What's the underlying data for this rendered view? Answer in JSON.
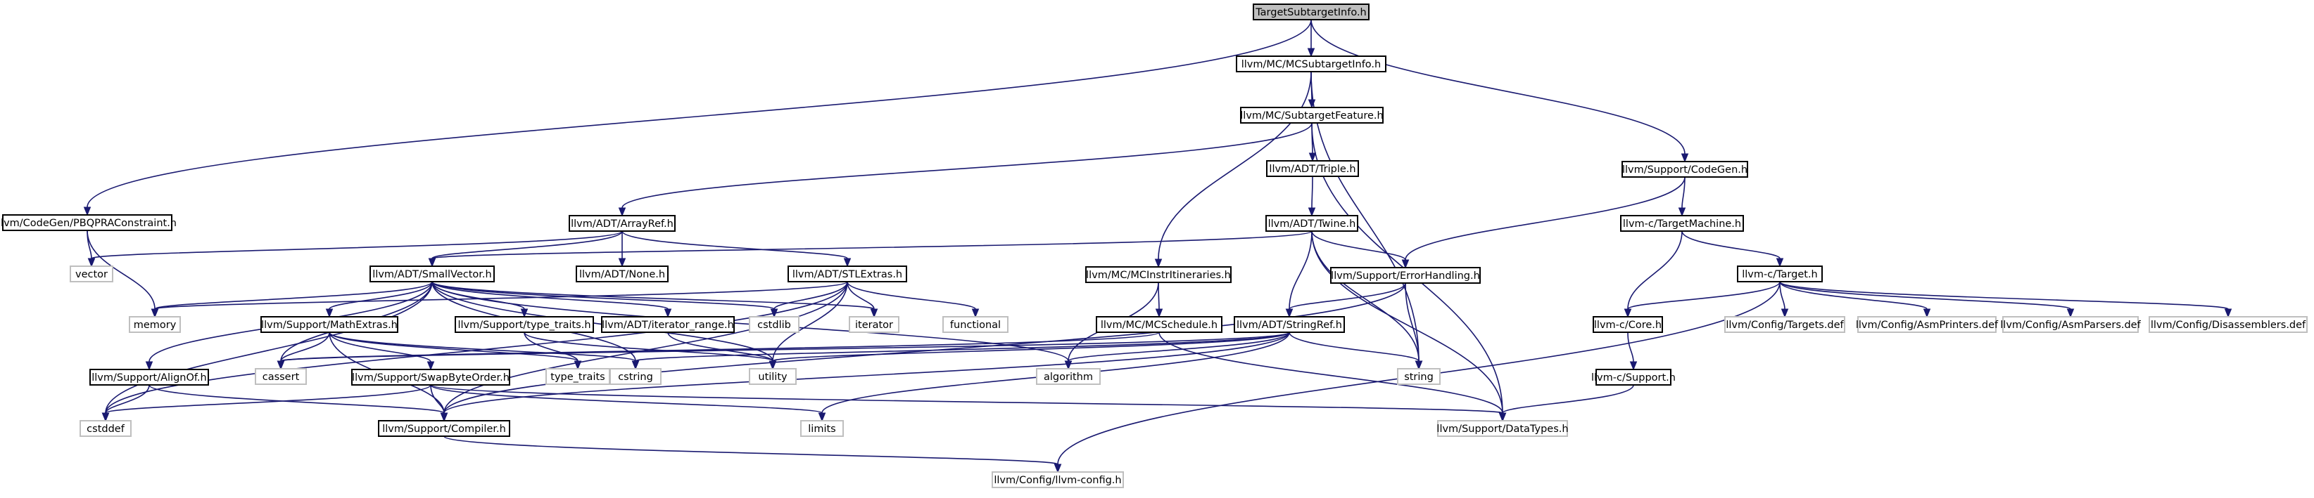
{
  "graph": {
    "nodes": [
      {
        "id": "root",
        "label": "TargetSubtargetInfo.h",
        "kind": "root"
      },
      {
        "id": "mcsub",
        "label": "llvm/MC/MCSubtargetInfo.h",
        "kind": "internal"
      },
      {
        "id": "subfeat",
        "label": "llvm/MC/SubtargetFeature.h",
        "kind": "internal"
      },
      {
        "id": "triple",
        "label": "llvm/ADT/Triple.h",
        "kind": "internal"
      },
      {
        "id": "twine",
        "label": "llvm/ADT/Twine.h",
        "kind": "internal"
      },
      {
        "id": "pbqp",
        "label": "llvm/CodeGen/PBQPRAConstraint.h",
        "kind": "internal"
      },
      {
        "id": "arrayref",
        "label": "llvm/ADT/ArrayRef.h",
        "kind": "internal"
      },
      {
        "id": "none",
        "label": "llvm/ADT/None.h",
        "kind": "internal"
      },
      {
        "id": "stlextras",
        "label": "llvm/ADT/STLExtras.h",
        "kind": "internal"
      },
      {
        "id": "smallvector",
        "label": "llvm/ADT/SmallVector.h",
        "kind": "internal"
      },
      {
        "id": "mcinstr",
        "label": "llvm/MC/MCInstrItineraries.h",
        "kind": "internal"
      },
      {
        "id": "mcsched",
        "label": "llvm/MC/MCSchedule.h",
        "kind": "internal"
      },
      {
        "id": "errhandling",
        "label": "llvm/Support/ErrorHandling.h",
        "kind": "internal"
      },
      {
        "id": "stringref",
        "label": "llvm/ADT/StringRef.h",
        "kind": "internal"
      },
      {
        "id": "supcodegen",
        "label": "llvm/Support/CodeGen.h",
        "kind": "internal"
      },
      {
        "id": "targetmachine",
        "label": "llvm-c/TargetMachine.h",
        "kind": "internal"
      },
      {
        "id": "target",
        "label": "llvm-c/Target.h",
        "kind": "internal"
      },
      {
        "id": "core",
        "label": "llvm-c/Core.h",
        "kind": "internal"
      },
      {
        "id": "csupport",
        "label": "llvm-c/Support.h",
        "kind": "internal"
      },
      {
        "id": "mathextras",
        "label": "llvm/Support/MathExtras.h",
        "kind": "internal"
      },
      {
        "id": "typetraitsh",
        "label": "llvm/Support/type_traits.h",
        "kind": "internal"
      },
      {
        "id": "iterrange",
        "label": "llvm/ADT/iterator_range.h",
        "kind": "internal"
      },
      {
        "id": "alignof",
        "label": "llvm/Support/AlignOf.h",
        "kind": "internal"
      },
      {
        "id": "swapbyte",
        "label": "llvm/Support/SwapByteOrder.h",
        "kind": "internal"
      },
      {
        "id": "compiler",
        "label": "llvm/Support/Compiler.h",
        "kind": "internal"
      },
      {
        "id": "vector",
        "label": "vector",
        "kind": "external"
      },
      {
        "id": "memory",
        "label": "memory",
        "kind": "external"
      },
      {
        "id": "cstdlib",
        "label": "cstdlib",
        "kind": "external"
      },
      {
        "id": "iterator",
        "label": "iterator",
        "kind": "external"
      },
      {
        "id": "functional",
        "label": "functional",
        "kind": "external"
      },
      {
        "id": "cassert",
        "label": "cassert",
        "kind": "external"
      },
      {
        "id": "typetraits",
        "label": "type_traits",
        "kind": "external"
      },
      {
        "id": "cstring",
        "label": "cstring",
        "kind": "external"
      },
      {
        "id": "utility",
        "label": "utility",
        "kind": "external"
      },
      {
        "id": "algorithm",
        "label": "algorithm",
        "kind": "external"
      },
      {
        "id": "string",
        "label": "string",
        "kind": "external"
      },
      {
        "id": "limits",
        "label": "limits",
        "kind": "external"
      },
      {
        "id": "cstddef",
        "label": "cstddef",
        "kind": "external"
      },
      {
        "id": "datatypes",
        "label": "llvm/Support/DataTypes.h",
        "kind": "external"
      },
      {
        "id": "llvmconfig",
        "label": "llvm/Config/llvm-config.h",
        "kind": "external"
      },
      {
        "id": "targetsdef",
        "label": "llvm/Config/Targets.def",
        "kind": "external"
      },
      {
        "id": "asmprinters",
        "label": "llvm/Config/AsmPrinters.def",
        "kind": "external"
      },
      {
        "id": "asmparsers",
        "label": "llvm/Config/AsmParsers.def",
        "kind": "external"
      },
      {
        "id": "disassemblers",
        "label": "llvm/Config/Disassemblers.def",
        "kind": "external"
      }
    ],
    "edges": [
      [
        "root",
        "mcsub"
      ],
      [
        "root",
        "pbqp"
      ],
      [
        "root",
        "supcodegen"
      ],
      [
        "mcsub",
        "subfeat"
      ],
      [
        "mcsub",
        "mcinstr"
      ],
      [
        "mcsub",
        "string"
      ],
      [
        "subfeat",
        "triple"
      ],
      [
        "subfeat",
        "arrayref"
      ],
      [
        "subfeat",
        "datatypes"
      ],
      [
        "triple",
        "twine"
      ],
      [
        "twine",
        "smallvector"
      ],
      [
        "twine",
        "stringref"
      ],
      [
        "twine",
        "errhandling"
      ],
      [
        "twine",
        "string"
      ],
      [
        "twine",
        "datatypes"
      ],
      [
        "pbqp",
        "vector"
      ],
      [
        "pbqp",
        "memory"
      ],
      [
        "arrayref",
        "vector"
      ],
      [
        "arrayref",
        "none"
      ],
      [
        "arrayref",
        "stlextras"
      ],
      [
        "arrayref",
        "smallvector"
      ],
      [
        "stlextras",
        "cstdlib"
      ],
      [
        "stlextras",
        "iterator"
      ],
      [
        "stlextras",
        "functional"
      ],
      [
        "stlextras",
        "utility"
      ],
      [
        "stlextras",
        "memory"
      ],
      [
        "stlextras",
        "cstddef"
      ],
      [
        "stlextras",
        "compiler"
      ],
      [
        "smallvector",
        "alignof"
      ],
      [
        "smallvector",
        "mathextras"
      ],
      [
        "smallvector",
        "typetraitsh"
      ],
      [
        "smallvector",
        "iterrange"
      ],
      [
        "smallvector",
        "memory"
      ],
      [
        "smallvector",
        "cassert"
      ],
      [
        "smallvector",
        "cstddef"
      ],
      [
        "smallvector",
        "cstdlib"
      ],
      [
        "smallvector",
        "iterator"
      ],
      [
        "smallvector",
        "cstring"
      ],
      [
        "smallvector",
        "utility"
      ],
      [
        "smallvector",
        "algorithm"
      ],
      [
        "mcinstr",
        "mcsched"
      ],
      [
        "mcinstr",
        "algorithm"
      ],
      [
        "mcsched",
        "datatypes"
      ],
      [
        "mcsched",
        "cassert"
      ],
      [
        "errhandling",
        "stringref"
      ],
      [
        "errhandling",
        "compiler"
      ],
      [
        "errhandling",
        "string"
      ],
      [
        "stringref",
        "algorithm"
      ],
      [
        "stringref",
        "cassert"
      ],
      [
        "stringref",
        "cstring"
      ],
      [
        "stringref",
        "limits"
      ],
      [
        "stringref",
        "string"
      ],
      [
        "stringref",
        "utility"
      ],
      [
        "stringref",
        "compiler"
      ],
      [
        "supcodegen",
        "targetmachine"
      ],
      [
        "supcodegen",
        "errhandling"
      ],
      [
        "targetmachine",
        "target"
      ],
      [
        "targetmachine",
        "core"
      ],
      [
        "target",
        "core"
      ],
      [
        "target",
        "llvmconfig"
      ],
      [
        "target",
        "targetsdef"
      ],
      [
        "target",
        "asmprinters"
      ],
      [
        "target",
        "asmparsers"
      ],
      [
        "target",
        "disassemblers"
      ],
      [
        "core",
        "csupport"
      ],
      [
        "csupport",
        "datatypes"
      ],
      [
        "mathextras",
        "cassert"
      ],
      [
        "mathextras",
        "cstring"
      ],
      [
        "mathextras",
        "typetraits"
      ],
      [
        "mathextras",
        "compiler"
      ],
      [
        "mathextras",
        "swapbyte"
      ],
      [
        "typetraitsh",
        "typetraits"
      ],
      [
        "typetraitsh",
        "utility"
      ],
      [
        "iterrange",
        "utility"
      ],
      [
        "alignof",
        "cstddef"
      ],
      [
        "alignof",
        "compiler"
      ],
      [
        "swapbyte",
        "cstddef"
      ],
      [
        "swapbyte",
        "compiler"
      ],
      [
        "swapbyte",
        "limits"
      ],
      [
        "swapbyte",
        "datatypes"
      ],
      [
        "compiler",
        "llvmconfig"
      ]
    ]
  }
}
